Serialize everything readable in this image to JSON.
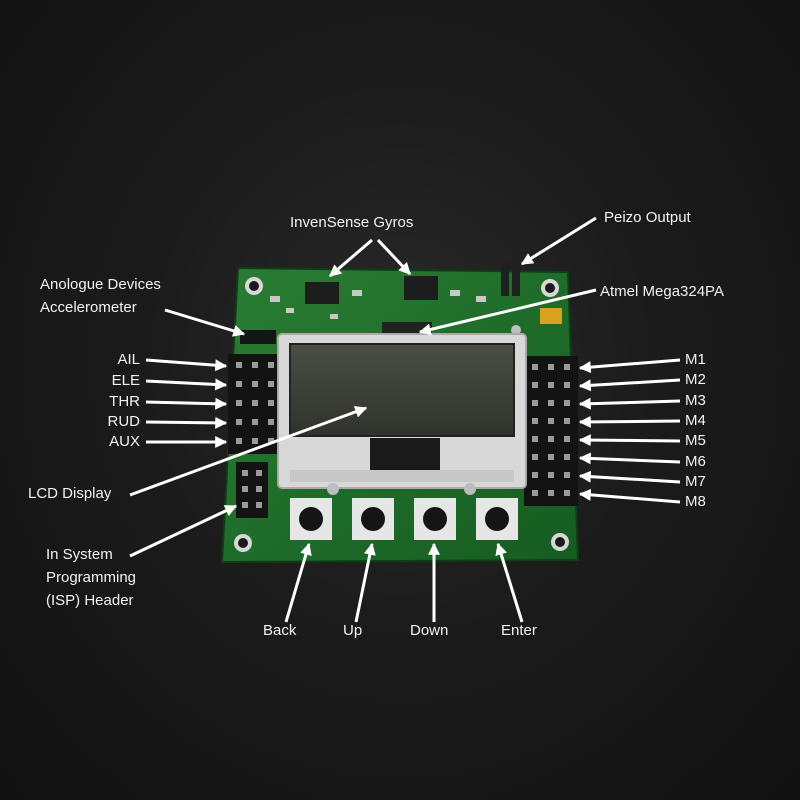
{
  "labels": {
    "gyros": "InvenSense Gyros",
    "piezo": "Peizo Output",
    "accel_line1": "Anologue Devices",
    "accel_line2": "Accelerometer",
    "mcu": "Atmel Mega324PA",
    "lcd": "LCD Display",
    "isp_line1": "In System",
    "isp_line2": "Programming",
    "isp_line3": "(ISP) Header",
    "inputs": [
      "AIL",
      "ELE",
      "THR",
      "RUD",
      "AUX"
    ],
    "outputs": [
      "M1",
      "M2",
      "M3",
      "M4",
      "M5",
      "M6",
      "M7",
      "M8"
    ],
    "buttons": [
      "Back",
      "Up",
      "Down",
      "Enter"
    ]
  },
  "colors": {
    "background": "#161616",
    "pcb": "#1f6b2a",
    "text": "#f2f2f2",
    "arrow": "#ffffff",
    "lcd_glass": "#3c4036"
  }
}
